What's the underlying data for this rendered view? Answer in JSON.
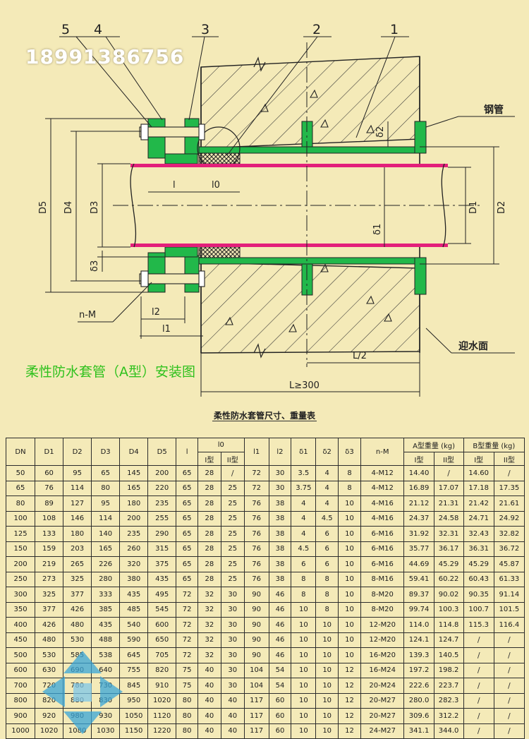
{
  "header": {
    "phone": "18991386756",
    "caption": "柔性防水套管（A型）安装图"
  },
  "drawing": {
    "callouts": [
      "5",
      "4",
      "3",
      "2",
      "1"
    ],
    "labels": {
      "steel_pipe": "钢管",
      "water_face": "迎水面",
      "half_L": "L/2",
      "L_min": "L≥300",
      "D1": "D1",
      "D2": "D2",
      "D3": "D3",
      "D4": "D4",
      "D5": "D5",
      "l": "l",
      "l0": "l0",
      "l1": "l1",
      "l2": "l2",
      "delta1": "δ1",
      "delta2": "δ2",
      "delta3": "δ3",
      "nM": "n-M"
    }
  },
  "table": {
    "title": "柔性防水套管尺寸、重量表",
    "headers": {
      "DN": "DN",
      "D1": "D1",
      "D2": "D2",
      "D3": "D3",
      "D4": "D4",
      "D5": "D5",
      "l": "l",
      "l0": "l0",
      "l1": "l1",
      "l2": "l2",
      "d1": "δ1",
      "d2": "δ2",
      "d3": "δ3",
      "nM": "n-M",
      "a_weight": "A型重量 (kg)",
      "b_weight": "B型重量 (kg)",
      "type1": "I型",
      "type2": "II型"
    },
    "dash": "/",
    "rows": [
      [
        "50",
        "60",
        "95",
        "65",
        "145",
        "200",
        "65",
        "28",
        "/",
        "72",
        "30",
        "3.5",
        "4",
        "8",
        "4-M12",
        "14.40",
        "/",
        "14.60",
        "/"
      ],
      [
        "65",
        "76",
        "114",
        "80",
        "165",
        "220",
        "65",
        "28",
        "25",
        "72",
        "30",
        "3.75",
        "4",
        "8",
        "4-M12",
        "16.89",
        "17.07",
        "17.18",
        "17.35"
      ],
      [
        "80",
        "89",
        "127",
        "95",
        "180",
        "235",
        "65",
        "28",
        "25",
        "76",
        "38",
        "4",
        "4",
        "10",
        "4-M16",
        "21.12",
        "21.31",
        "21.42",
        "21.61"
      ],
      [
        "100",
        "108",
        "146",
        "114",
        "200",
        "255",
        "65",
        "28",
        "25",
        "76",
        "38",
        "4",
        "4.5",
        "10",
        "4-M16",
        "24.37",
        "24.58",
        "24.71",
        "24.92"
      ],
      [
        "125",
        "133",
        "180",
        "140",
        "235",
        "290",
        "65",
        "28",
        "25",
        "76",
        "38",
        "4",
        "6",
        "10",
        "6-M16",
        "31.92",
        "32.31",
        "32.43",
        "32.82"
      ],
      [
        "150",
        "159",
        "203",
        "165",
        "260",
        "315",
        "65",
        "28",
        "25",
        "76",
        "38",
        "4.5",
        "6",
        "10",
        "6-M16",
        "35.77",
        "36.17",
        "36.31",
        "36.72"
      ],
      [
        "200",
        "219",
        "265",
        "226",
        "320",
        "375",
        "65",
        "28",
        "25",
        "76",
        "38",
        "6",
        "6",
        "10",
        "6-M16",
        "44.69",
        "45.29",
        "45.29",
        "45.87"
      ],
      [
        "250",
        "273",
        "325",
        "280",
        "380",
        "435",
        "65",
        "28",
        "25",
        "76",
        "38",
        "8",
        "8",
        "10",
        "8-M16",
        "59.41",
        "60.22",
        "60.43",
        "61.33"
      ],
      [
        "300",
        "325",
        "377",
        "333",
        "435",
        "495",
        "72",
        "32",
        "30",
        "90",
        "46",
        "8",
        "8",
        "10",
        "8-M20",
        "89.37",
        "90.02",
        "90.35",
        "91.14"
      ],
      [
        "350",
        "377",
        "426",
        "385",
        "485",
        "545",
        "72",
        "32",
        "30",
        "90",
        "46",
        "10",
        "8",
        "10",
        "8-M20",
        "99.74",
        "100.3",
        "100.7",
        "101.5"
      ],
      [
        "400",
        "426",
        "480",
        "435",
        "540",
        "600",
        "72",
        "32",
        "30",
        "90",
        "46",
        "10",
        "10",
        "10",
        "12-M20",
        "114.0",
        "114.8",
        "115.3",
        "116.4"
      ],
      [
        "450",
        "480",
        "530",
        "488",
        "590",
        "650",
        "72",
        "32",
        "30",
        "90",
        "46",
        "10",
        "10",
        "10",
        "12-M20",
        "124.1",
        "124.7",
        "/",
        "/"
      ],
      [
        "500",
        "530",
        "585",
        "538",
        "645",
        "705",
        "72",
        "32",
        "30",
        "90",
        "46",
        "10",
        "10",
        "10",
        "16-M20",
        "139.3",
        "140.5",
        "/",
        "/"
      ],
      [
        "600",
        "630",
        "690",
        "640",
        "755",
        "820",
        "75",
        "40",
        "30",
        "104",
        "54",
        "10",
        "10",
        "12",
        "16-M24",
        "197.2",
        "198.2",
        "/",
        "/"
      ],
      [
        "700",
        "720",
        "780",
        "730",
        "845",
        "910",
        "75",
        "40",
        "30",
        "104",
        "54",
        "10",
        "10",
        "12",
        "20-M24",
        "222.6",
        "223.7",
        "/",
        "/"
      ],
      [
        "800",
        "820",
        "880",
        "830",
        "950",
        "1020",
        "80",
        "40",
        "40",
        "117",
        "60",
        "10",
        "10",
        "12",
        "20-M27",
        "280.0",
        "282.3",
        "/",
        "/"
      ],
      [
        "900",
        "920",
        "980",
        "930",
        "1050",
        "1120",
        "80",
        "40",
        "40",
        "117",
        "60",
        "10",
        "10",
        "12",
        "20-M27",
        "309.6",
        "312.2",
        "/",
        "/"
      ],
      [
        "1000",
        "1020",
        "1080",
        "1030",
        "1150",
        "1220",
        "80",
        "40",
        "40",
        "117",
        "60",
        "10",
        "10",
        "12",
        "24-M27",
        "341.1",
        "344.0",
        "/",
        "/"
      ]
    ]
  },
  "colors": {
    "paper": "#f4eab8",
    "sleeve": "#22b84a",
    "pipe": "#e3207a",
    "caption": "#2fc11d",
    "phone": "#ffffff"
  }
}
